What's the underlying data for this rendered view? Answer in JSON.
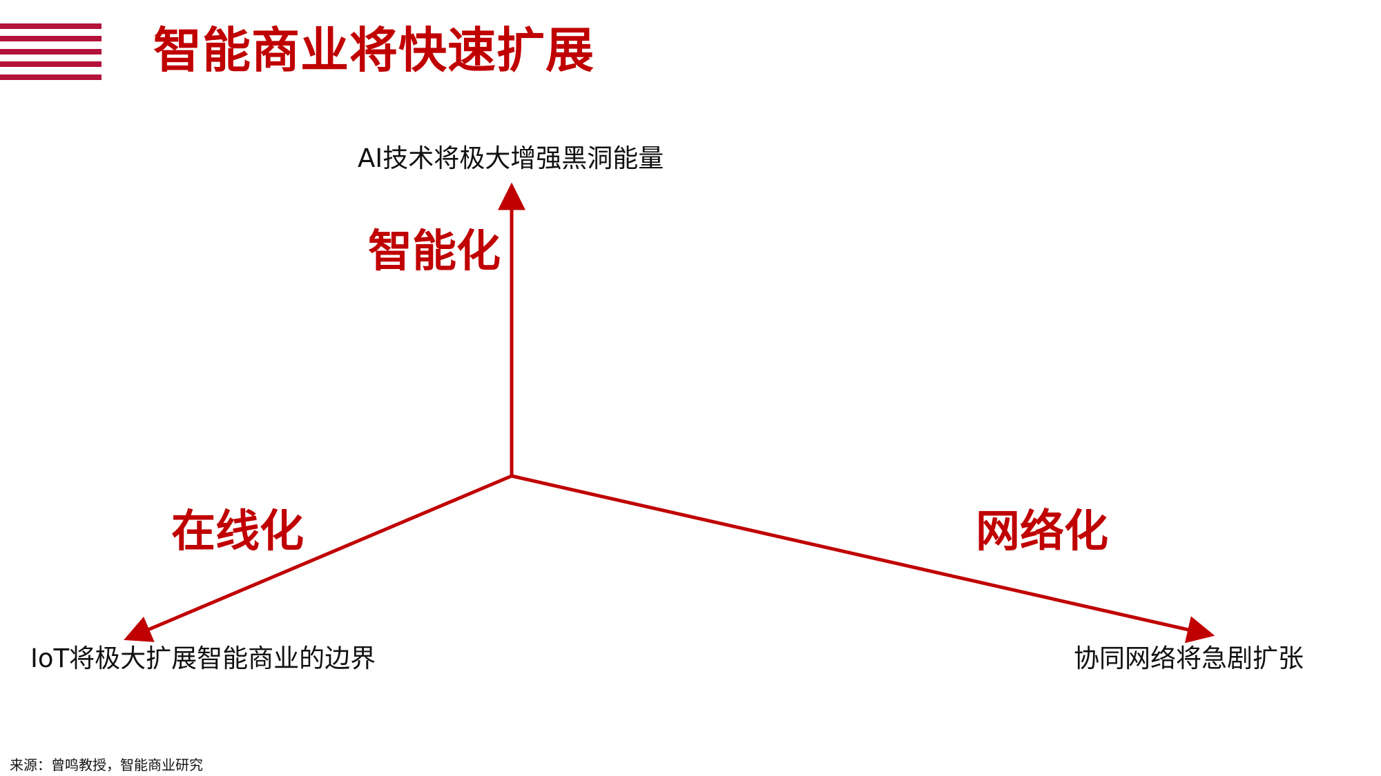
{
  "header": {
    "title": "智能商业将快速扩展"
  },
  "diagram": {
    "axes": [
      {
        "name": "智能化",
        "endpoint_label": "AI技术将极大增强黑洞能量"
      },
      {
        "name": "在线化",
        "endpoint_label": "IoT将极大扩展智能商业的边界"
      },
      {
        "name": "网络化",
        "endpoint_label": "协同网络将急剧扩张"
      }
    ],
    "colors": {
      "accent": "#c00000",
      "stripes": "#b3123a",
      "text": "#111111"
    }
  },
  "footer": {
    "source": "来源：曾鸣教授，智能商业研究"
  }
}
